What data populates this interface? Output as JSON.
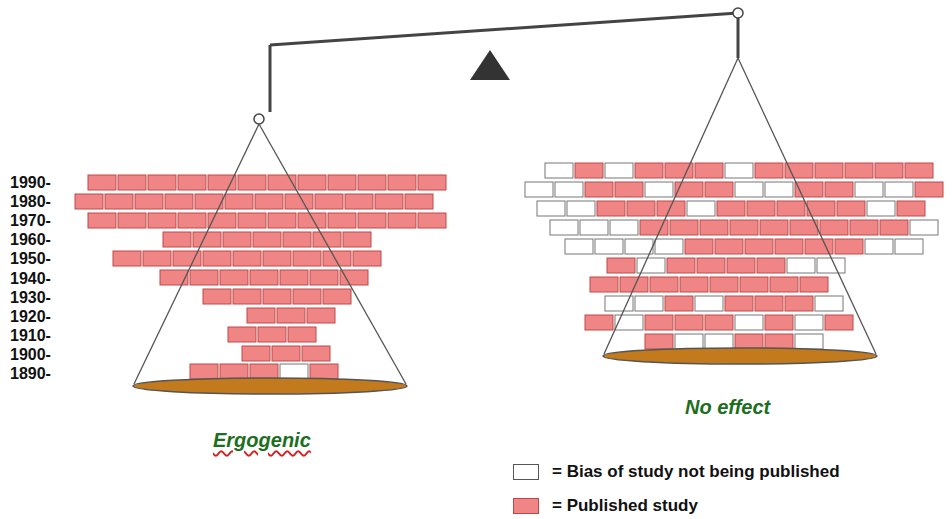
{
  "diagram": {
    "labels": [
      "1990-",
      "1980-",
      "1970-",
      "1960-",
      "1950-",
      "1940-",
      "1930-",
      "1920-",
      "1910-",
      "1900-",
      "1890-",
      "Ergogenic",
      "No effect"
    ],
    "legend": [
      {
        "text": "= Bias of study not being published",
        "color": "#ffffff"
      },
      {
        "text": "= Published study",
        "color": "#f08585"
      }
    ]
  }
}
